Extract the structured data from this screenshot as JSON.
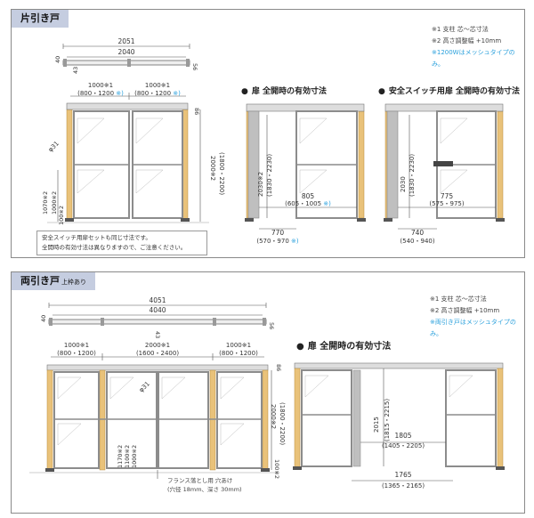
{
  "single": {
    "title": "片引き戸",
    "notes": [
      "※1 支柱 芯〜芯寸法",
      "※2 高さ調整幅 +10mm",
      "※1200Wはメッシュタイプのみ。"
    ],
    "captions": [
      "扉 全開時の有効寸法",
      "安全スイッチ用扉 全開時の有効寸法"
    ],
    "info": [
      "安全スイッチ用扉セットも同じ寸法です。",
      "全開時の有効寸法は異なりますので、ご注意ください。"
    ],
    "dims": {
      "top_overall": "2051",
      "top_inner": "2040",
      "top_left_h": "40",
      "top_left_small": "43",
      "top_right_h": "56",
      "left_bay": "1000※1",
      "left_bay_range": "(800・1200",
      "left_bay_mark": "※)",
      "right_bay": "1000※1",
      "right_bay_range": "(800・1200",
      "right_bay_mark": "※)",
      "post": "φ31",
      "rail": "86",
      "v1070": "1070※2",
      "v1000": "1000※2",
      "v100": "100※2",
      "height": "2000※2",
      "height_range": "(1800・2200)",
      "m_height": "2030※2",
      "m_height_range": "(1830・2230)",
      "m_inner": "805",
      "m_inner_range": "(605・1005",
      "m_inner_mark": "※)",
      "m_outer": "770",
      "m_outer_range": "(570・970",
      "m_outer_mark": "※)",
      "r_height": "2030",
      "r_height_range": "(1830・2230)",
      "r_inner": "775",
      "r_inner_range": "(575・975)",
      "r_outer": "740",
      "r_outer_range": "(540・940)"
    }
  },
  "double": {
    "title": "両引き戸",
    "subtitle": "上枠あり",
    "notes": [
      "※1 支柱 芯〜芯寸法",
      "※2 高さ調整幅 +10mm",
      "※両引き戸はメッシュタイプのみ。"
    ],
    "caption": "扉 全開時の有効寸法",
    "flange": [
      "フランス落とし用 穴あけ",
      "(穴径 18mm、深さ 30mm)"
    ],
    "dims": {
      "top_overall": "4051",
      "top_inner": "4040",
      "top_left_h": "40",
      "top_small": "43",
      "top_right_h": "56",
      "bay_left": "1000※1",
      "bay_left_range": "(800・1200)",
      "bay_mid": "2000※1",
      "bay_mid_range": "(1600・2400)",
      "bay_right": "1000※1",
      "bay_right_range": "(800・1200)",
      "rail": "86",
      "post": "φ31",
      "v1170": "1170※2",
      "v1100": "1100※2",
      "v1000": "1000※2",
      "v100": "100※2",
      "height": "2000※2",
      "height_range": "(1800・2200)",
      "o_height": "2015",
      "o_height_range": "(1815・2215)",
      "o_inner": "1805",
      "o_inner_range": "(1405・2205)",
      "o_outer": "1765",
      "o_outer_range": "(1365・2165)"
    }
  },
  "colors": {
    "post": "#e9c27a",
    "frame": "#8c8c8c",
    "blue": "#2aa0dc",
    "tab": "#c5cde0"
  }
}
